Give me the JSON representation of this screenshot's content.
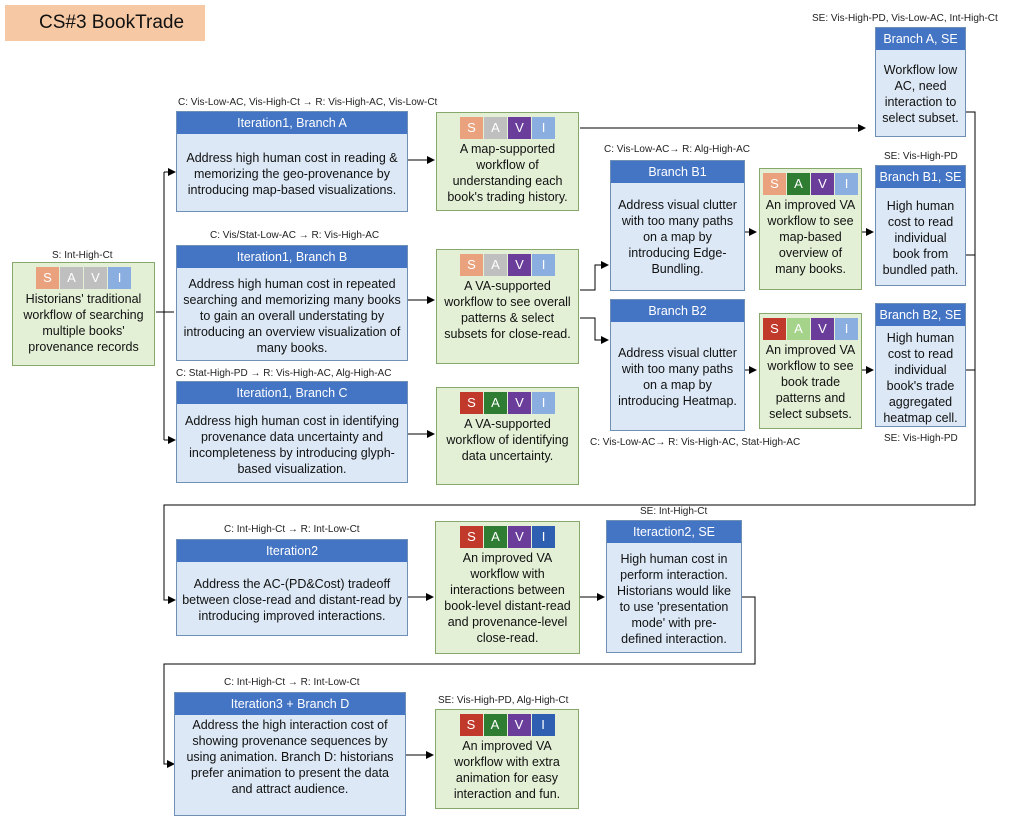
{
  "title": "CS#3 BookTrade",
  "savi_letters": [
    "S",
    "A",
    "V",
    "I"
  ],
  "colors": {
    "s_active": "#c0392b",
    "s_faded": "#e9a27d",
    "a_active": "#2e7d32",
    "a_faded": "#bfbfbf",
    "v_active": "#6a3d9a",
    "i_active": "#7fa3d8",
    "header_blue": "#4474c4"
  },
  "start": {
    "caption": "S: Int-High-Ct",
    "text": "Historians' traditional workflow of searching multiple books' provenance records"
  },
  "iter1a": {
    "caption": "C: Vis-Low-AC, Vis-High-Ct → R: Vis-High-AC, Vis-Low-Ct",
    "header": "Iteration1, Branch A",
    "text": "Address high human cost in reading & memorizing the geo-provenance by introducing map-based visualizations.",
    "workflow": "A map-supported workflow of understanding each book's trading history."
  },
  "iter1b": {
    "caption": "C: Vis/Stat-Low-AC → R: Vis-High-AC",
    "header": "Iteration1, Branch B",
    "text": "Address high human cost in repeated searching and memorizing many books to gain an overall understating by introducing an overview visualization of many books.",
    "workflow": "A VA-supported workflow to see overall patterns & select subsets for close-read."
  },
  "iter1c": {
    "caption": "C: Stat-High-PD → R: Vis-High-AC, Alg-High-AC",
    "header": "Iteration1, Branch C",
    "text": "Address high human cost in identifying provenance data uncertainty and incompleteness by introducing glyph-based visualization.",
    "workflow": "A VA-supported workflow of identifying data uncertainty."
  },
  "b1": {
    "caption": "C: Vis-Low-AC→ R: Alg-High-AC",
    "header": "Branch B1",
    "text": "Address visual clutter with too many paths on a map by introducing Edge-Bundling.",
    "workflow": "An improved VA workflow to see map-based overview of many books."
  },
  "b2": {
    "caption": "C: Vis-Low-AC→ R: Vis-High-AC, Stat-High-AC",
    "header": "Branch B2",
    "text": "Address visual clutter with  too many paths on a map by introducing Heatmap.",
    "workflow": "An improved VA workflow to see  book trade patterns and select subsets."
  },
  "se_a": {
    "caption": "SE: Vis-High-PD, Vis-Low-AC, Int-High-Ct",
    "header": "Branch A, SE",
    "text": "Workflow low AC, need interaction to select subset."
  },
  "se_b1": {
    "caption": "SE: Vis-High-PD",
    "header": "Branch B1, SE",
    "text": "High human cost to read individual book from bundled path."
  },
  "se_b2": {
    "caption": "SE: Vis-High-PD",
    "header": "Branch B2, SE",
    "text": "High human cost to read individual book's trade aggregated heatmap cell."
  },
  "iter2": {
    "caption": "C: Int-High-Ct → R: Int-Low-Ct",
    "header": "Iteration2",
    "text": "Address the AC-(PD&Cost) tradeoff between close-read and distant-read by introducing improved interactions.",
    "workflow": "An improved  VA workflow with interactions between book-level distant-read and provenance-level close-read."
  },
  "se2": {
    "caption": "SE: Int-High-Ct",
    "header": "Iteraction2, SE",
    "text": "High human cost in perform  interaction. Historians would like to use 'presentation mode' with pre-defined interaction."
  },
  "iter3": {
    "caption": "C: Int-High-Ct → R: Int-Low-Ct",
    "header": "Iteration3 + Branch D",
    "text": "Address the high interaction cost of showing provenance sequences by using animation. Branch D: historians prefer animation to present the data and attract audience.",
    "workflow_caption": "SE: Vis-High-PD, Alg-High-Ct",
    "workflow": "An improved VA workflow with extra animation for easy interaction and fun."
  }
}
